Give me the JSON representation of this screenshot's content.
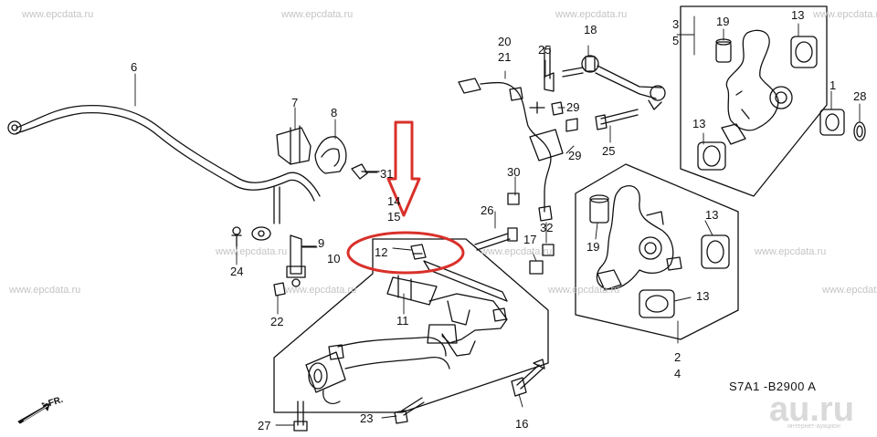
{
  "callouts": {
    "n1": "1",
    "n2": "2",
    "n3": "3",
    "n4": "4",
    "n5": "5",
    "n6": "6",
    "n7": "7",
    "n8": "8",
    "n9": "9",
    "n10": "10",
    "n11": "11",
    "n12": "12",
    "n13a": "13",
    "n13b": "13",
    "n13c": "13",
    "n13d": "13",
    "n14": "14",
    "n15": "15",
    "n16": "16",
    "n17": "17",
    "n18": "18",
    "n19a": "19",
    "n19b": "19",
    "n20": "20",
    "n21": "21",
    "n22": "22",
    "n23": "23",
    "n24": "24",
    "n25a": "25",
    "n25b": "25",
    "n26": "26",
    "n27": "27",
    "n28": "28",
    "n29a": "29",
    "n29b": "29",
    "n30": "30",
    "n31": "31",
    "n32": "32"
  },
  "watermark": "www.epcdata.ru",
  "diagram_code": "S7A1 -B2900 A",
  "front_marker": "FR.",
  "site_logo": {
    "main": "au.ru",
    "sub": "интернет-аукцион"
  },
  "highlight_color": "#d9302a"
}
